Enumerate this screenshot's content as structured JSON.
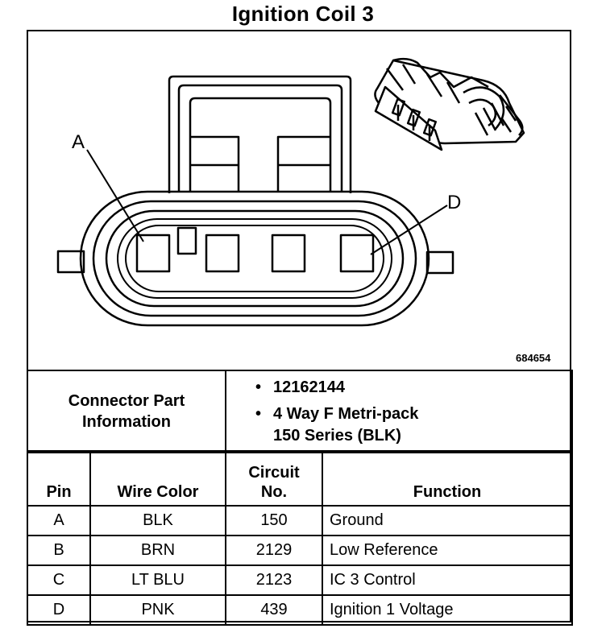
{
  "title": "Ignition Coil 3",
  "diagram": {
    "label_a": "A",
    "label_d": "D",
    "figure_number": "684654"
  },
  "connector_info": {
    "label_line1": "Connector Part",
    "label_line2": "Information",
    "part_number": "12162144",
    "description_line1": "4 Way F Metri-pack",
    "description_line2": "150 Series (BLK)",
    "bullet": "•"
  },
  "pin_table": {
    "headers": {
      "pin": "Pin",
      "wire_color": "Wire Color",
      "circuit_line1": "Circuit",
      "circuit_line2": "No.",
      "function": "Function"
    },
    "rows": [
      {
        "pin": "A",
        "wire_color": "BLK",
        "circuit": "150",
        "function": "Ground"
      },
      {
        "pin": "B",
        "wire_color": "BRN",
        "circuit": "2129",
        "function": "Low Reference"
      },
      {
        "pin": "C",
        "wire_color": "LT BLU",
        "circuit": "2123",
        "function": "IC 3 Control"
      },
      {
        "pin": "D",
        "wire_color": "PNK",
        "circuit": "439",
        "function": "Ignition 1 Voltage"
      }
    ]
  }
}
